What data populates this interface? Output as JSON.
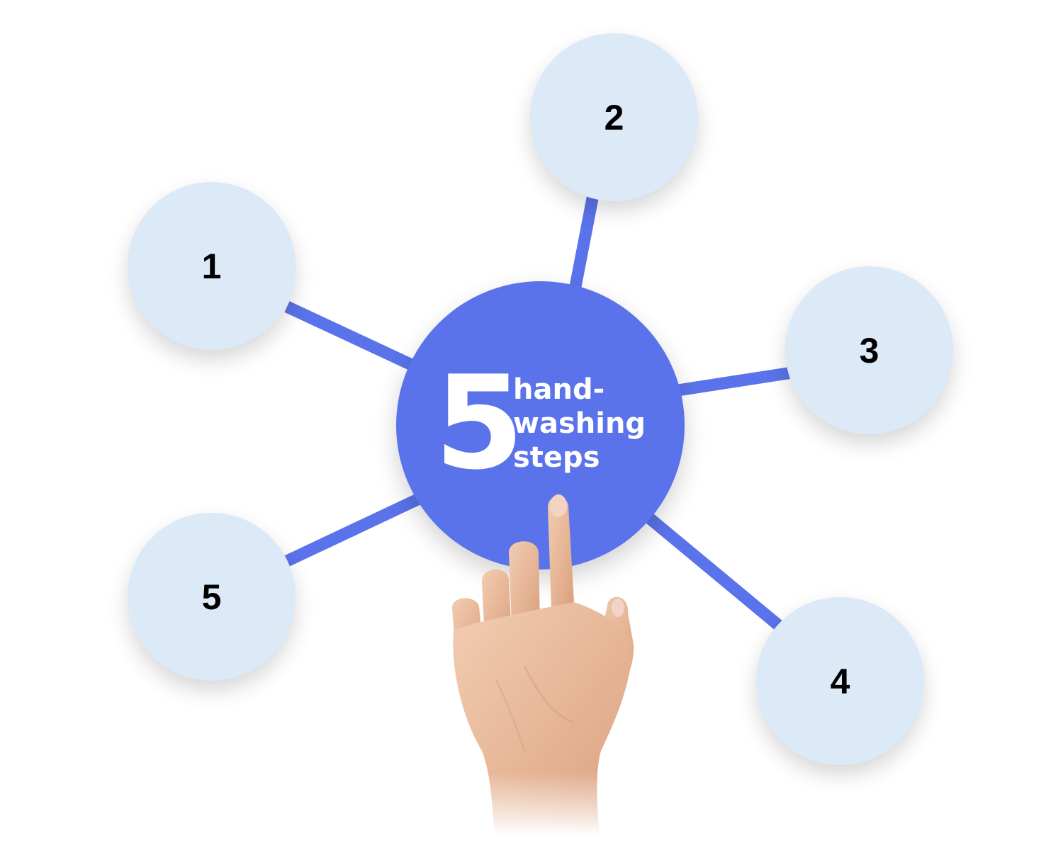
{
  "diagram": {
    "title_number": "5",
    "title_lines": [
      "hand-",
      "washing",
      "steps"
    ],
    "colors": {
      "hub": "#5a73ea",
      "connector": "#5a73ea",
      "node_fill": "#dce9f7",
      "node_text": "#000000",
      "hub_text": "#ffffff"
    },
    "nodes": [
      {
        "label": "1"
      },
      {
        "label": "2"
      },
      {
        "label": "3"
      },
      {
        "label": "4"
      },
      {
        "label": "5"
      }
    ],
    "illustration": "pointing-hand"
  }
}
